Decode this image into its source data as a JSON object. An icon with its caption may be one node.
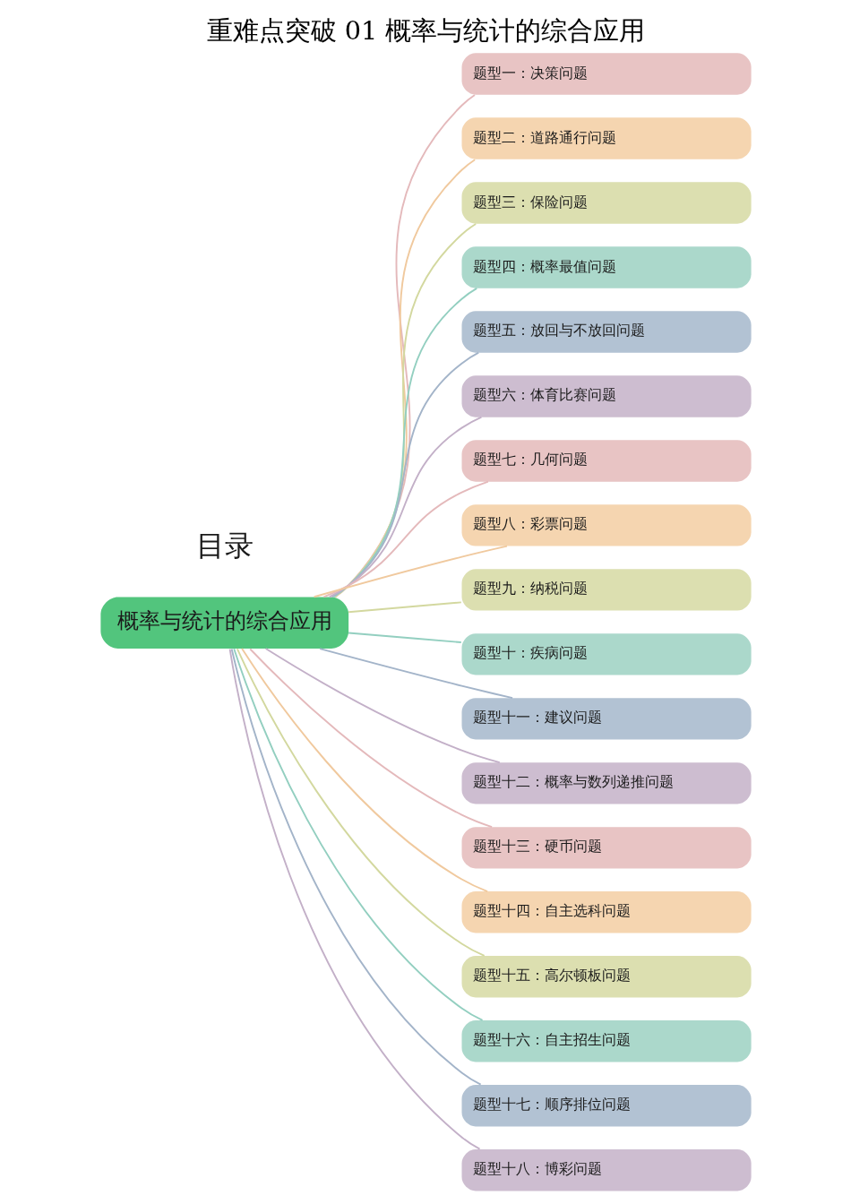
{
  "diagram": {
    "title": "重难点突破 01 概率与统计的综合应用",
    "nodes": [
      {
        "text": [
          "概率与统计的综合应用"
        ]
      },
      {
        "text": [
          "题型一：决策问题"
        ]
      },
      {
        "text": [
          "题型二：道路通行问题"
        ]
      },
      {
        "text": [
          "题型三：保险问题"
        ]
      },
      {
        "text": [
          "题型四：概率最值问题"
        ]
      },
      {
        "text": [
          "题型五：放回与不放回问题"
        ]
      },
      {
        "text": [
          "题型六：体育比赛问题"
        ]
      },
      {
        "text": [
          "题型七：几何问题"
        ]
      },
      {
        "text": [
          "题型八：彩票问题"
        ]
      },
      {
        "text": [
          "题型九：纳税问题"
        ]
      },
      {
        "text": [
          "题型十：疾病问题"
        ]
      },
      {
        "text": [
          "题型十一：建议问题"
        ]
      },
      {
        "text": [
          "题型十二：概率与数列递推问题"
        ]
      },
      {
        "text": [
          "题型十三：硬币问题"
        ]
      },
      {
        "text": [
          "题型十四：自主选科问题"
        ]
      },
      {
        "text": [
          "题型十五：高尔顿板问题"
        ]
      },
      {
        "text": [
          "题型十六：自主招生问题"
        ]
      },
      {
        "text": [
          "题型十七：顺序排位问题"
        ]
      },
      {
        "text": [
          "题型十八：博彩问题"
        ]
      }
    ],
    "edges": [
      {
        "from": 0,
        "to": 1,
        "arrow": "none",
        "color": "#e4b9bb"
      },
      {
        "from": 0,
        "to": 2,
        "arrow": "none",
        "color": "#f0c99e"
      },
      {
        "from": 0,
        "to": 3,
        "arrow": "none",
        "color": "#d3d89f"
      },
      {
        "from": 0,
        "to": 4,
        "arrow": "none",
        "color": "#93cfc0"
      },
      {
        "from": 0,
        "to": 5,
        "arrow": "none",
        "color": "#a3b4c9"
      },
      {
        "from": 0,
        "to": 6,
        "arrow": "none",
        "color": "#c3b0c8"
      },
      {
        "from": 0,
        "to": 7,
        "arrow": "none",
        "color": "#e4b9bb"
      },
      {
        "from": 0,
        "to": 8,
        "arrow": "none",
        "color": "#f0c99e"
      },
      {
        "from": 0,
        "to": 9,
        "arrow": "none",
        "color": "#d3d89f"
      },
      {
        "from": 0,
        "to": 10,
        "arrow": "none",
        "color": "#93cfc0"
      },
      {
        "from": 0,
        "to": 11,
        "arrow": "none",
        "color": "#a3b4c9"
      },
      {
        "from": 0,
        "to": 12,
        "arrow": "none",
        "color": "#c3b0c8"
      },
      {
        "from": 0,
        "to": 13,
        "arrow": "none",
        "color": "#e4b9bb"
      },
      {
        "from": 0,
        "to": 14,
        "arrow": "none",
        "color": "#f0c99e"
      },
      {
        "from": 0,
        "to": 15,
        "arrow": "none",
        "color": "#d3d89f"
      },
      {
        "from": 0,
        "to": 16,
        "arrow": "none",
        "color": "#93cfc0"
      },
      {
        "from": 0,
        "to": 17,
        "arrow": "none",
        "color": "#a3b4c9"
      },
      {
        "from": 0,
        "to": 18,
        "arrow": "none",
        "color": "#c3b0c8"
      }
    ],
    "labels": [
      "目录"
    ]
  }
}
